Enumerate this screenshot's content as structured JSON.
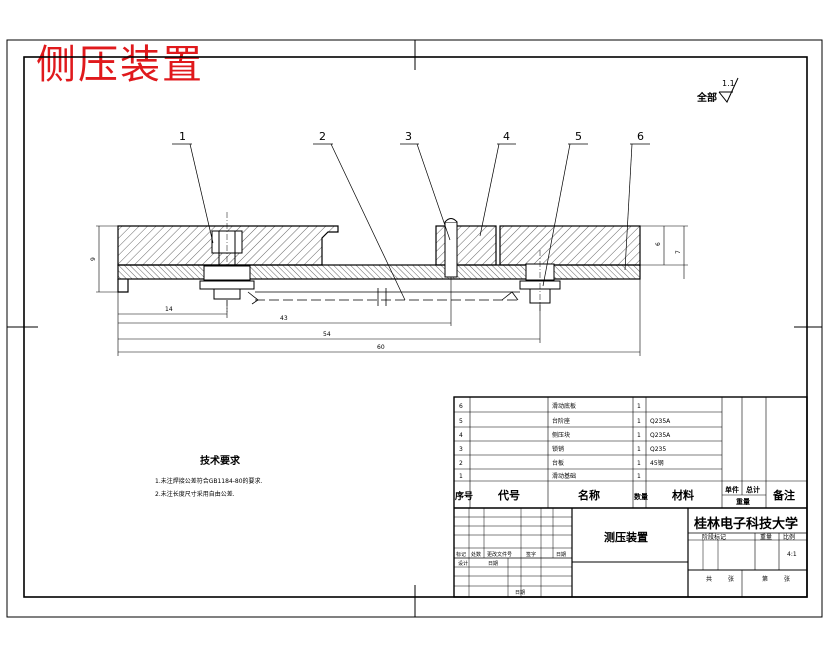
{
  "watermark_title": "侧压装置",
  "surface_finish": {
    "label": "全部",
    "value": "1.1"
  },
  "balloons": [
    "1",
    "2",
    "3",
    "4",
    "5",
    "6"
  ],
  "dimensions": {
    "left_height": "9",
    "right_height_a": "6",
    "right_height_b": "7",
    "d14": "14",
    "d43": "43",
    "d54": "54",
    "d60": "60"
  },
  "tech_requirements": {
    "title": "技术要求",
    "lines": [
      "1.未注焊接公差符合GB1184-80的要求.",
      "2.未注长度尺寸采用自由公差."
    ]
  },
  "bom": {
    "rows": [
      {
        "no": "6",
        "name": "滑动底板",
        "qty": "1",
        "material": ""
      },
      {
        "no": "5",
        "name": "台阶座",
        "qty": "1",
        "material": "Q235A"
      },
      {
        "no": "4",
        "name": "侧压块",
        "qty": "1",
        "material": "Q235A"
      },
      {
        "no": "3",
        "name": "锁销",
        "qty": "1",
        "material": "Q235"
      },
      {
        "no": "2",
        "name": "台板",
        "qty": "1",
        "material": "45钢"
      },
      {
        "no": "1",
        "name": "滑动基础",
        "qty": "1",
        "material": ""
      }
    ],
    "header": {
      "no": "序号",
      "code": "代号",
      "name": "名称",
      "qty": "数量",
      "material": "材料",
      "unit": "单件",
      "total": "总计",
      "weight": "重量",
      "remark": "备注"
    }
  },
  "title_block": {
    "drawing_name": "测压装置",
    "org": "桂林电子科技大学",
    "stage_label": "阶段标记",
    "weight_label": "重量",
    "scale_label": "比例",
    "scale": "4:1",
    "sheet_total": "共",
    "sheet_label": "张",
    "sheet_no_label": "第",
    "sheet_no_label2": "张",
    "rev_labels": [
      "标记",
      "处数",
      "更改文件号",
      "签字",
      "日期"
    ],
    "role_design": "设计",
    "role_date": "日期",
    "role_approve": "日期"
  }
}
